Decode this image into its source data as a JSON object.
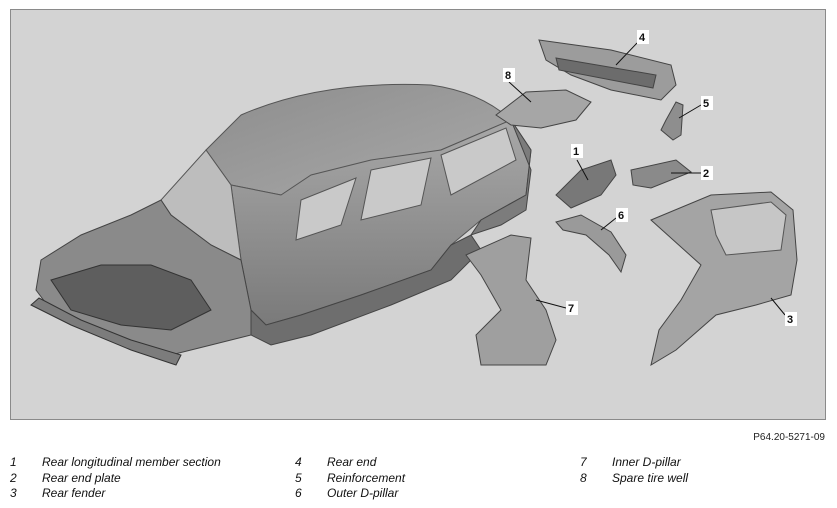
{
  "reference_code": "P64.20-5271-09",
  "callouts": [
    "1",
    "2",
    "3",
    "4",
    "5",
    "6",
    "7",
    "8"
  ],
  "legend": [
    {
      "number": "1",
      "label": "Rear longitudinal member section"
    },
    {
      "number": "2",
      "label": "Rear end plate"
    },
    {
      "number": "3",
      "label": "Rear fender"
    },
    {
      "number": "4",
      "label": "Rear end"
    },
    {
      "number": "5",
      "label": "Reinforcement"
    },
    {
      "number": "6",
      "label": "Outer D-pillar"
    },
    {
      "number": "7",
      "label": "Inner D-pillar"
    },
    {
      "number": "8",
      "label": "Spare tire well"
    }
  ],
  "colors": {
    "background": "#d3d3d3",
    "body_panel": "#9a9a9a",
    "body_dark": "#6e6e6e",
    "body_light": "#b8b8b8"
  }
}
